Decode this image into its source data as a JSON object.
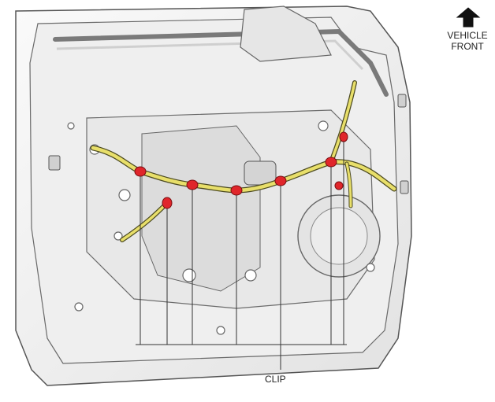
{
  "orientation": {
    "label_line1": "VEHICLE",
    "label_line2": "FRONT",
    "arrow_icon": "arrow-up-icon"
  },
  "callout": {
    "label": "CLIP",
    "clip_count": 8
  },
  "colors": {
    "harness": "#e8df6a",
    "clip": "#e0262b",
    "panel": "#f4f4f4",
    "outline": "#5a5a5a"
  }
}
